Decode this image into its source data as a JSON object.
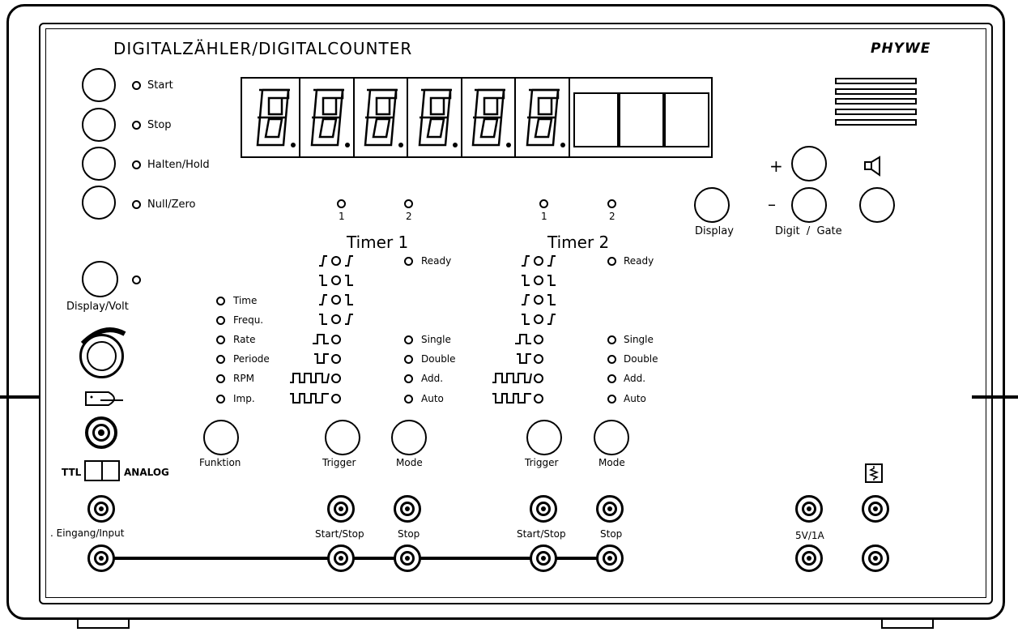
{
  "title": "DIGITALZÄHLER/DIGITALCOUNTER",
  "brand": "PHYWE",
  "left_controls": [
    {
      "label": "Start"
    },
    {
      "label": "Stop"
    },
    {
      "label": "Halten/Hold"
    },
    {
      "label": "Null/Zero"
    }
  ],
  "display_volt_label": "Display/Volt",
  "ttl_label": "TTL",
  "analog_label": "ANALOG",
  "input_label": ". Eingang/Input",
  "functions": [
    "Time",
    "Frequ.",
    "Rate",
    "Periode",
    "RPM",
    "Imp."
  ],
  "funktion_label": "Funktion",
  "timer1": {
    "title": "Timer 1",
    "channel_1": "1",
    "channel_2": "2",
    "ready": "Ready",
    "modes": [
      "Single",
      "Double",
      "Add.",
      "Auto"
    ],
    "trigger_label": "Trigger",
    "mode_label": "Mode",
    "jack_start_stop": "Start/Stop",
    "jack_stop": "Stop"
  },
  "timer2": {
    "title": "Timer 2",
    "channel_1": "1",
    "channel_2": "2",
    "ready": "Ready",
    "modes": [
      "Single",
      "Double",
      "Add.",
      "Auto"
    ],
    "trigger_label": "Trigger",
    "mode_label": "Mode",
    "jack_start_stop": "Start/Stop",
    "jack_stop": "Stop"
  },
  "display_button_label": "Display",
  "digit_gate_label": "Digit  /  Gate",
  "plus_sign": "+",
  "minus_sign": "–",
  "power_label": "5V/1A",
  "display_digits": [
    "8.",
    "8.",
    "8.",
    "8.",
    "8.",
    "8."
  ]
}
